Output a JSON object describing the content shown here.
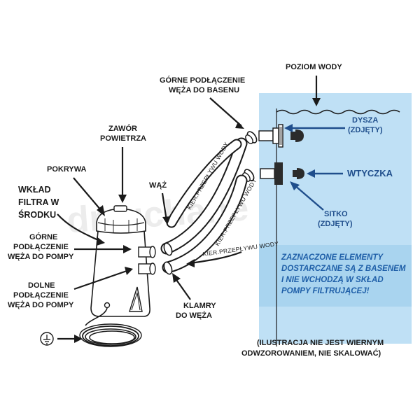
{
  "labels": {
    "water_level": "POZIOM WODY",
    "upper_pool_conn_1": "GÓRNE PODŁĄCZENIE",
    "upper_pool_conn_2": "WĘŻA DO BASENU",
    "nozzle_1": "DYSZA",
    "nozzle_2": "(ZDJĘTY)",
    "plug": "WTYCZKA",
    "strainer_1": "SITKO",
    "strainer_2": "(ZDJĘTY)",
    "air_valve_1": "ZAWÓR",
    "air_valve_2": "POWIETRZA",
    "lid": "POKRYWA",
    "filter_1": "WKŁAD",
    "filter_2": "FILTRA W",
    "filter_3": "ŚRODKU",
    "hose": "WĄŻ",
    "flow_upper": "KIER.PRZEPŁYWU WODY",
    "flow_middle": "KIER.PRZEPŁYWU WODY",
    "flow_lower": "KIER.PRZEPŁYWU WODY",
    "upper_pump_conn_1": "GÓRNE",
    "upper_pump_conn_2": "PODŁĄCZENIE",
    "upper_pump_conn_3": "WĘŻA DO POMPY",
    "lower_pump_conn_1": "DOLNE",
    "lower_pump_conn_2": "PODŁĄCZENIE",
    "lower_pump_conn_3": "WĘŻA DO POMPY",
    "clamps_1": "KLAMRY",
    "clamps_2": "DO WĘŻA",
    "note_1": "ZAZNACZONE ELEMENTY",
    "note_2": "DOSTARCZANE SĄ Z BASENEM",
    "note_3": "I NIE WCHODZĄ W SKŁAD",
    "note_4": "POMPY FILTRUJĄCEJ!",
    "disclaimer_1": "(ILUSTRACJA NIE JEST WIERNYM",
    "disclaimer_2": "ODWZOROWANIEM, NIE SKALOWAĆ)"
  },
  "watermark": "dmuchane",
  "colors": {
    "pool_fill": "#bfe0f5",
    "pool_fill_deep": "#a9d4ef",
    "ink": "#1a1a1a",
    "accent_blue": "#1f4e8c",
    "note_blue": "#1f5fa8"
  }
}
